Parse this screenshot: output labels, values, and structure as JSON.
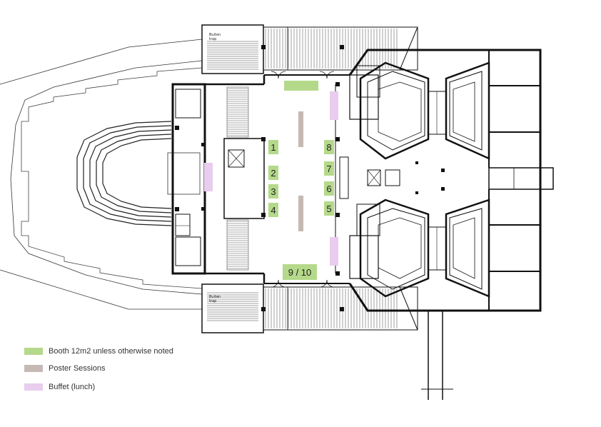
{
  "colors": {
    "booth": "#b5d98a",
    "poster": "#c6b9b5",
    "buffet": "#e8cdef",
    "wall": "#111111"
  },
  "booths": {
    "b1": "1",
    "b2": "2",
    "b3": "3",
    "b4": "4",
    "b5": "5",
    "b6": "6",
    "b7": "7",
    "b8": "8",
    "b9_10": "9 / 10"
  },
  "stairs_label_top": "Buiten\ntrap",
  "stairs_label_bottom": "Buiten\ntrap",
  "legend": {
    "booth": "Booth 12m2 unless otherwise noted",
    "poster": "Poster Sessions",
    "buffet": "Buffet (lunch)"
  }
}
